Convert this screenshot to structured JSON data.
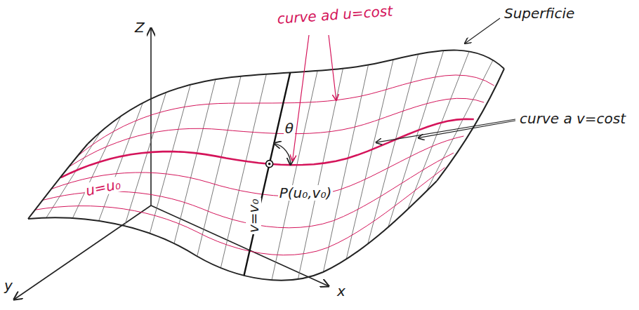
{
  "diagram": {
    "labels": [
      "Z",
      "y",
      "x",
      "curve ad u=cost",
      "Superficie",
      "θ",
      "u=u₀",
      "v=v₀",
      "P(u₀,v₀)",
      "curve a v=cost"
    ]
  }
}
